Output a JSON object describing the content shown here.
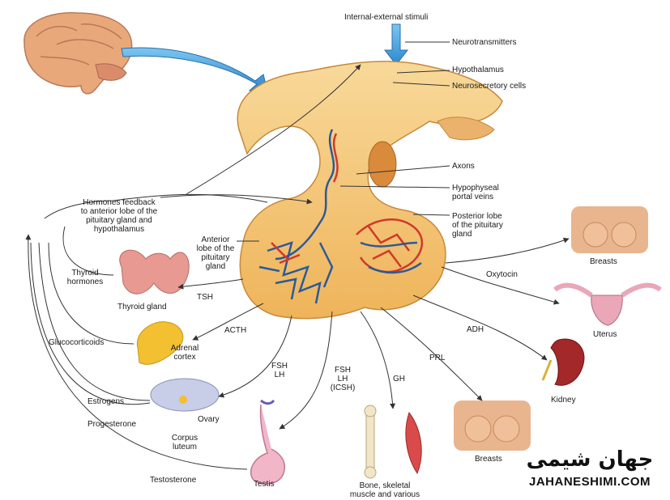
{
  "labels": {
    "stimuli": "Internal-external stimuli",
    "neurotransmitters": "Neurotransmitters",
    "hypothalamus": "Hypothalamus",
    "neurosecretory": "Neurosecretory cells",
    "axons": "Axons",
    "portal": "Hypophyseal\nportal veins",
    "posterior": "Posterior lobe\nof the pituitary\ngland",
    "feedback": "Hormones feedback\nto anterior lobe of the\npituitary gland and\nhypothalamus",
    "anterior": "Anterior\nlobe of the\npituitary\ngland",
    "thyroid_hormones": "Thyroid\nhormones",
    "tsh": "TSH",
    "thyroid_gland": "Thyroid gland",
    "acth": "ACTH",
    "glucocorticoids": "Glucocorticoids",
    "adrenal": "Adrenal\ncortex",
    "fsh_lh": "FSH\nLH",
    "fsh_lh_icsh": "FSH\nLH\n(ICSH)",
    "gh": "GH",
    "prl": "PRL",
    "adh": "ADH",
    "oxytocin": "Oxytocin",
    "breasts_top": "Breasts",
    "uterus": "Uterus",
    "kidney": "Kidney",
    "breasts_bottom": "Breasts",
    "estrogens": "Estrogens",
    "progesterone": "Progesterone",
    "ovary": "Ovary",
    "corpus": "Corpus\nluteum",
    "testis": "Testis",
    "testosterone": "Testosterone",
    "bone": "Bone, skeletal\nmuscle and various"
  },
  "logo": {
    "persian": "جهان شیمی",
    "latin": "JAHANESHIMI.COM"
  },
  "colors": {
    "gland": "#f0b860",
    "gland_light": "#f8d99a",
    "blue_vessel": "#2b5a9a",
    "red_vessel": "#d0392b",
    "arrow_blue": "#3a9ad9"
  }
}
